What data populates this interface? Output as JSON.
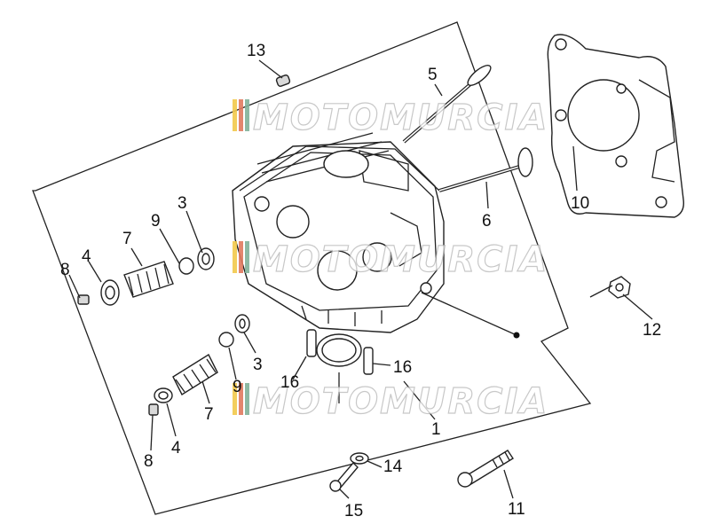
{
  "callouts": {
    "c1": "1",
    "c3a": "3",
    "c3b": "3",
    "c4a": "4",
    "c4b": "4",
    "c5": "5",
    "c6": "6",
    "c7a": "7",
    "c7b": "7",
    "c8a": "8",
    "c8b": "8",
    "c9a": "9",
    "c9b": "9",
    "c10": "10",
    "c11": "11",
    "c12": "12",
    "c13": "13",
    "c14": "14",
    "c15": "15",
    "c16a": "16",
    "c16b": "16"
  },
  "watermark": {
    "text": "MOTOMURCIA",
    "stripe_colors": [
      "#f2c94c",
      "#e07a5f",
      "#81b29a"
    ]
  },
  "colors": {
    "line": "#222222",
    "fill_gray": "#d9d9d9"
  }
}
